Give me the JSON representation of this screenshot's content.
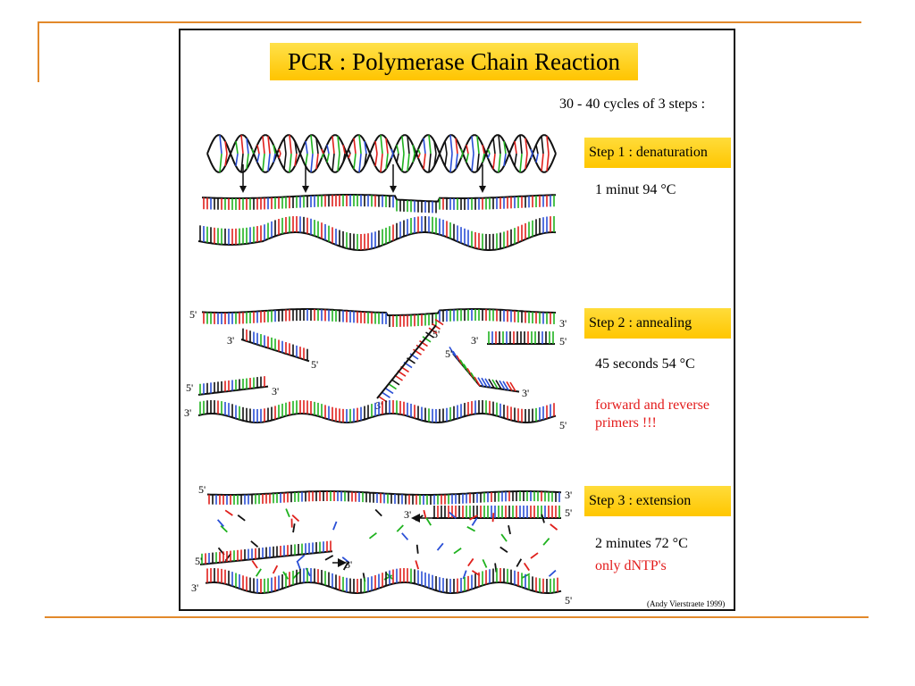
{
  "title": "PCR : Polymerase Chain Reaction",
  "cycles_note": "30 - 40 cycles of 3 steps :",
  "steps": [
    {
      "label": "Step 1 : denaturation",
      "detail": "1 minut 94 °C"
    },
    {
      "label": "Step 2 : annealing",
      "detail": "45 seconds 54 °C",
      "note_line1": "forward and reverse",
      "note_line2": "primers !!!"
    },
    {
      "label": "Step 3 : extension",
      "detail": "2 minutes 72 °C",
      "note": "only dNTP's"
    }
  ],
  "credit": "(Andy Vierstraete 1999)",
  "strand_labels": {
    "five": "5'",
    "three": "3'"
  },
  "colors": {
    "accent_line": "#e2892b",
    "box": "#ffc400",
    "note_red": "#e31b1b",
    "base_red": "#e0201c",
    "base_green": "#1fb21f",
    "base_blue": "#2a4fd6",
    "base_black": "#111111"
  }
}
